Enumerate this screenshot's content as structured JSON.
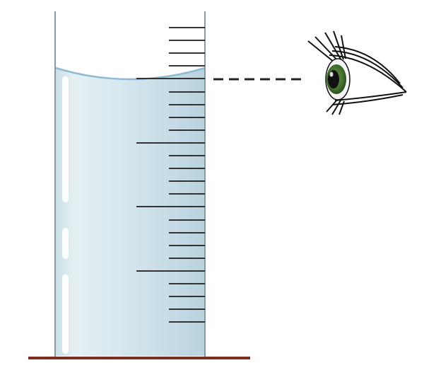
{
  "diagram": {
    "subject": "graduated-cylinder-meniscus-reading",
    "sight_line": "dashed",
    "eye_position": "level-with-meniscus",
    "colors": {
      "liquid": "#c4dde6",
      "liquid_edge": "#a9c8d4",
      "meniscus": "#8fb9d4",
      "glass_wall": "#8a9aa3",
      "tick": "#333333",
      "sight_line": "#222222",
      "base": "#7a2e24",
      "iris": "#3f6b2b",
      "pupil": "#111111"
    },
    "icons": [
      "eye-icon"
    ]
  }
}
